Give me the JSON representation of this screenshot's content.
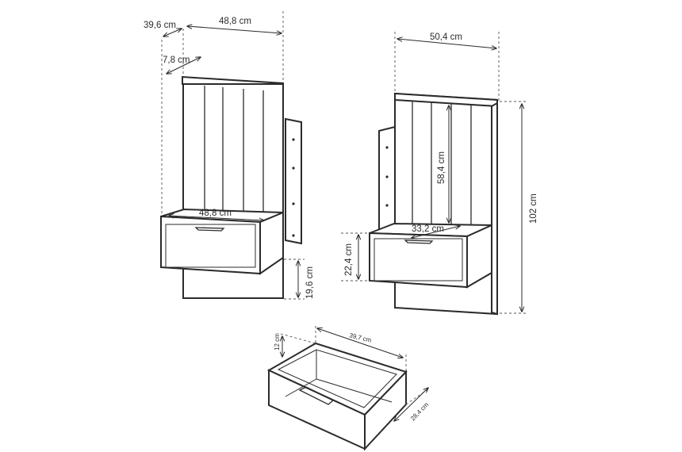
{
  "dimensions": {
    "left_depth": "39,6 cm",
    "left_width": "48,8 cm",
    "left_shelf_depth": "7,8 cm",
    "left_drawer_width": "48,8 cm",
    "left_bottom_height": "19,6 cm",
    "right_width": "50,4 cm",
    "right_panel_height": "58,4 cm",
    "right_total_height": "102 cm",
    "right_drawer_depth": "33,2 cm",
    "right_drawer_height": "22,4 cm",
    "drawer_width": "39,7 cm",
    "drawer_height": "12 cm",
    "drawer_depth": "28,4 cm"
  }
}
